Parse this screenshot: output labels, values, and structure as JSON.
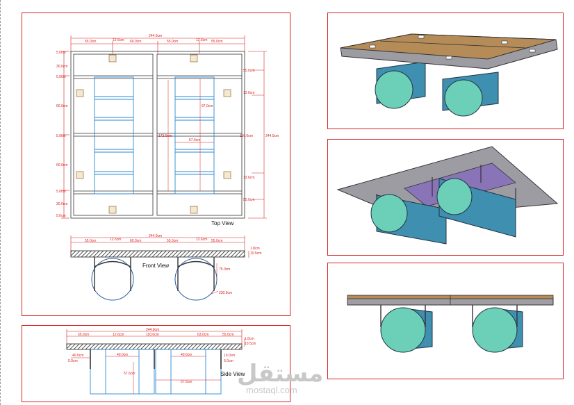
{
  "views": {
    "top": "Top View",
    "front": "Front View",
    "side": "Side View"
  },
  "dims": {
    "overall": "244.0cm",
    "d12": "12.6cm",
    "d55": "55.0cm",
    "d60": "60.0cm",
    "d63": "63.0cm",
    "d5": "5.0cm",
    "d30": "30.0cm",
    "d40": "40.0cm",
    "d110": "110.0cm",
    "d97": "97.0cm",
    "d57": "57.6cm",
    "d172": "172.0cm",
    "d1": "1.8cm",
    "d10": "10.5cm",
    "d75": "75.0cm",
    "d230": "230.0cm",
    "d244r": "244.0cm",
    "d110b": "110.0cm",
    "d10b": "10.0cm"
  },
  "watermark": {
    "arabic": "مستقل",
    "latin": "mostaql.com"
  }
}
